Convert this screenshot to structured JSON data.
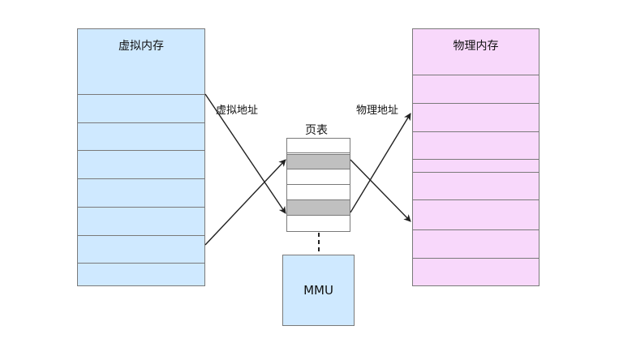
{
  "diagram": {
    "virtual_memory": {
      "title": "虚拟内存",
      "fill": "#cfe9ff"
    },
    "physical_memory": {
      "title": "物理内存",
      "fill": "#f8d8fb"
    },
    "page_table": {
      "title": "页表",
      "fill": "#ffffff",
      "highlight": "#c0c0c0"
    },
    "mmu": {
      "label": "MMU",
      "fill": "#cfe9ff"
    },
    "edge_labels": {
      "virtual_address": "虚拟地址",
      "physical_address": "物理地址"
    },
    "line_color": "#222222"
  }
}
